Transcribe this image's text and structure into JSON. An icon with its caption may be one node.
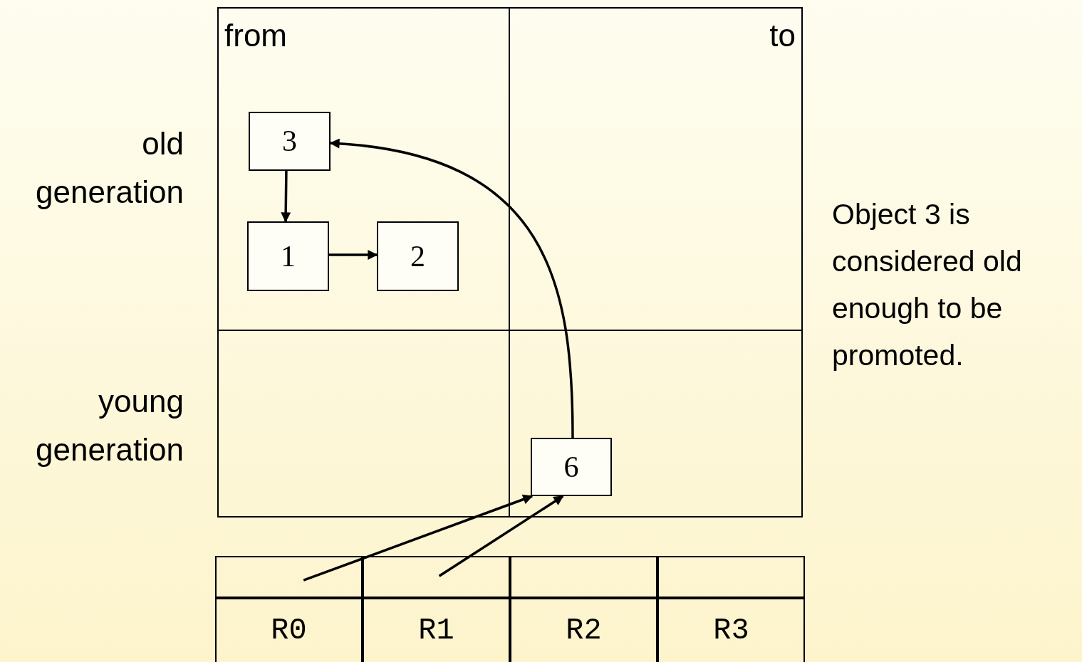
{
  "diagram": {
    "nodes": [
      {
        "text": [
          "from"
        ]
      },
      {
        "text": [
          "to"
        ]
      },
      {
        "text": [
          "3"
        ],
        "in": 0
      },
      {
        "text": [
          "1"
        ],
        "in": 0
      },
      {
        "text": [
          "2"
        ],
        "in": 0
      },
      {
        "text": [
          "6"
        ],
        "in": 1
      },
      {
        "text": [],
        "shape": "box"
      },
      {
        "text": [],
        "shape": "box"
      },
      {
        "text": [],
        "shape": "box"
      },
      {
        "text": [],
        "shape": "box"
      },
      {
        "text": [
          "R0"
        ]
      },
      {
        "text": [
          "R1"
        ]
      },
      {
        "text": [
          "R2"
        ]
      },
      {
        "text": [
          "R3"
        ]
      }
    ],
    "edges": [
      {
        "from": 2,
        "to": 3,
        "arrow": "to"
      },
      {
        "from": 3,
        "to": 4,
        "arrow": "to"
      },
      {
        "from": 5,
        "to": 2,
        "arrow": "to"
      },
      {
        "from": 6,
        "to": 5,
        "arrow": "to"
      },
      {
        "from": 7,
        "to": 5,
        "arrow": "to"
      }
    ],
    "labels": [
      "old generation",
      "young generation",
      "Object 3 is considered old enough to be promoted."
    ]
  }
}
